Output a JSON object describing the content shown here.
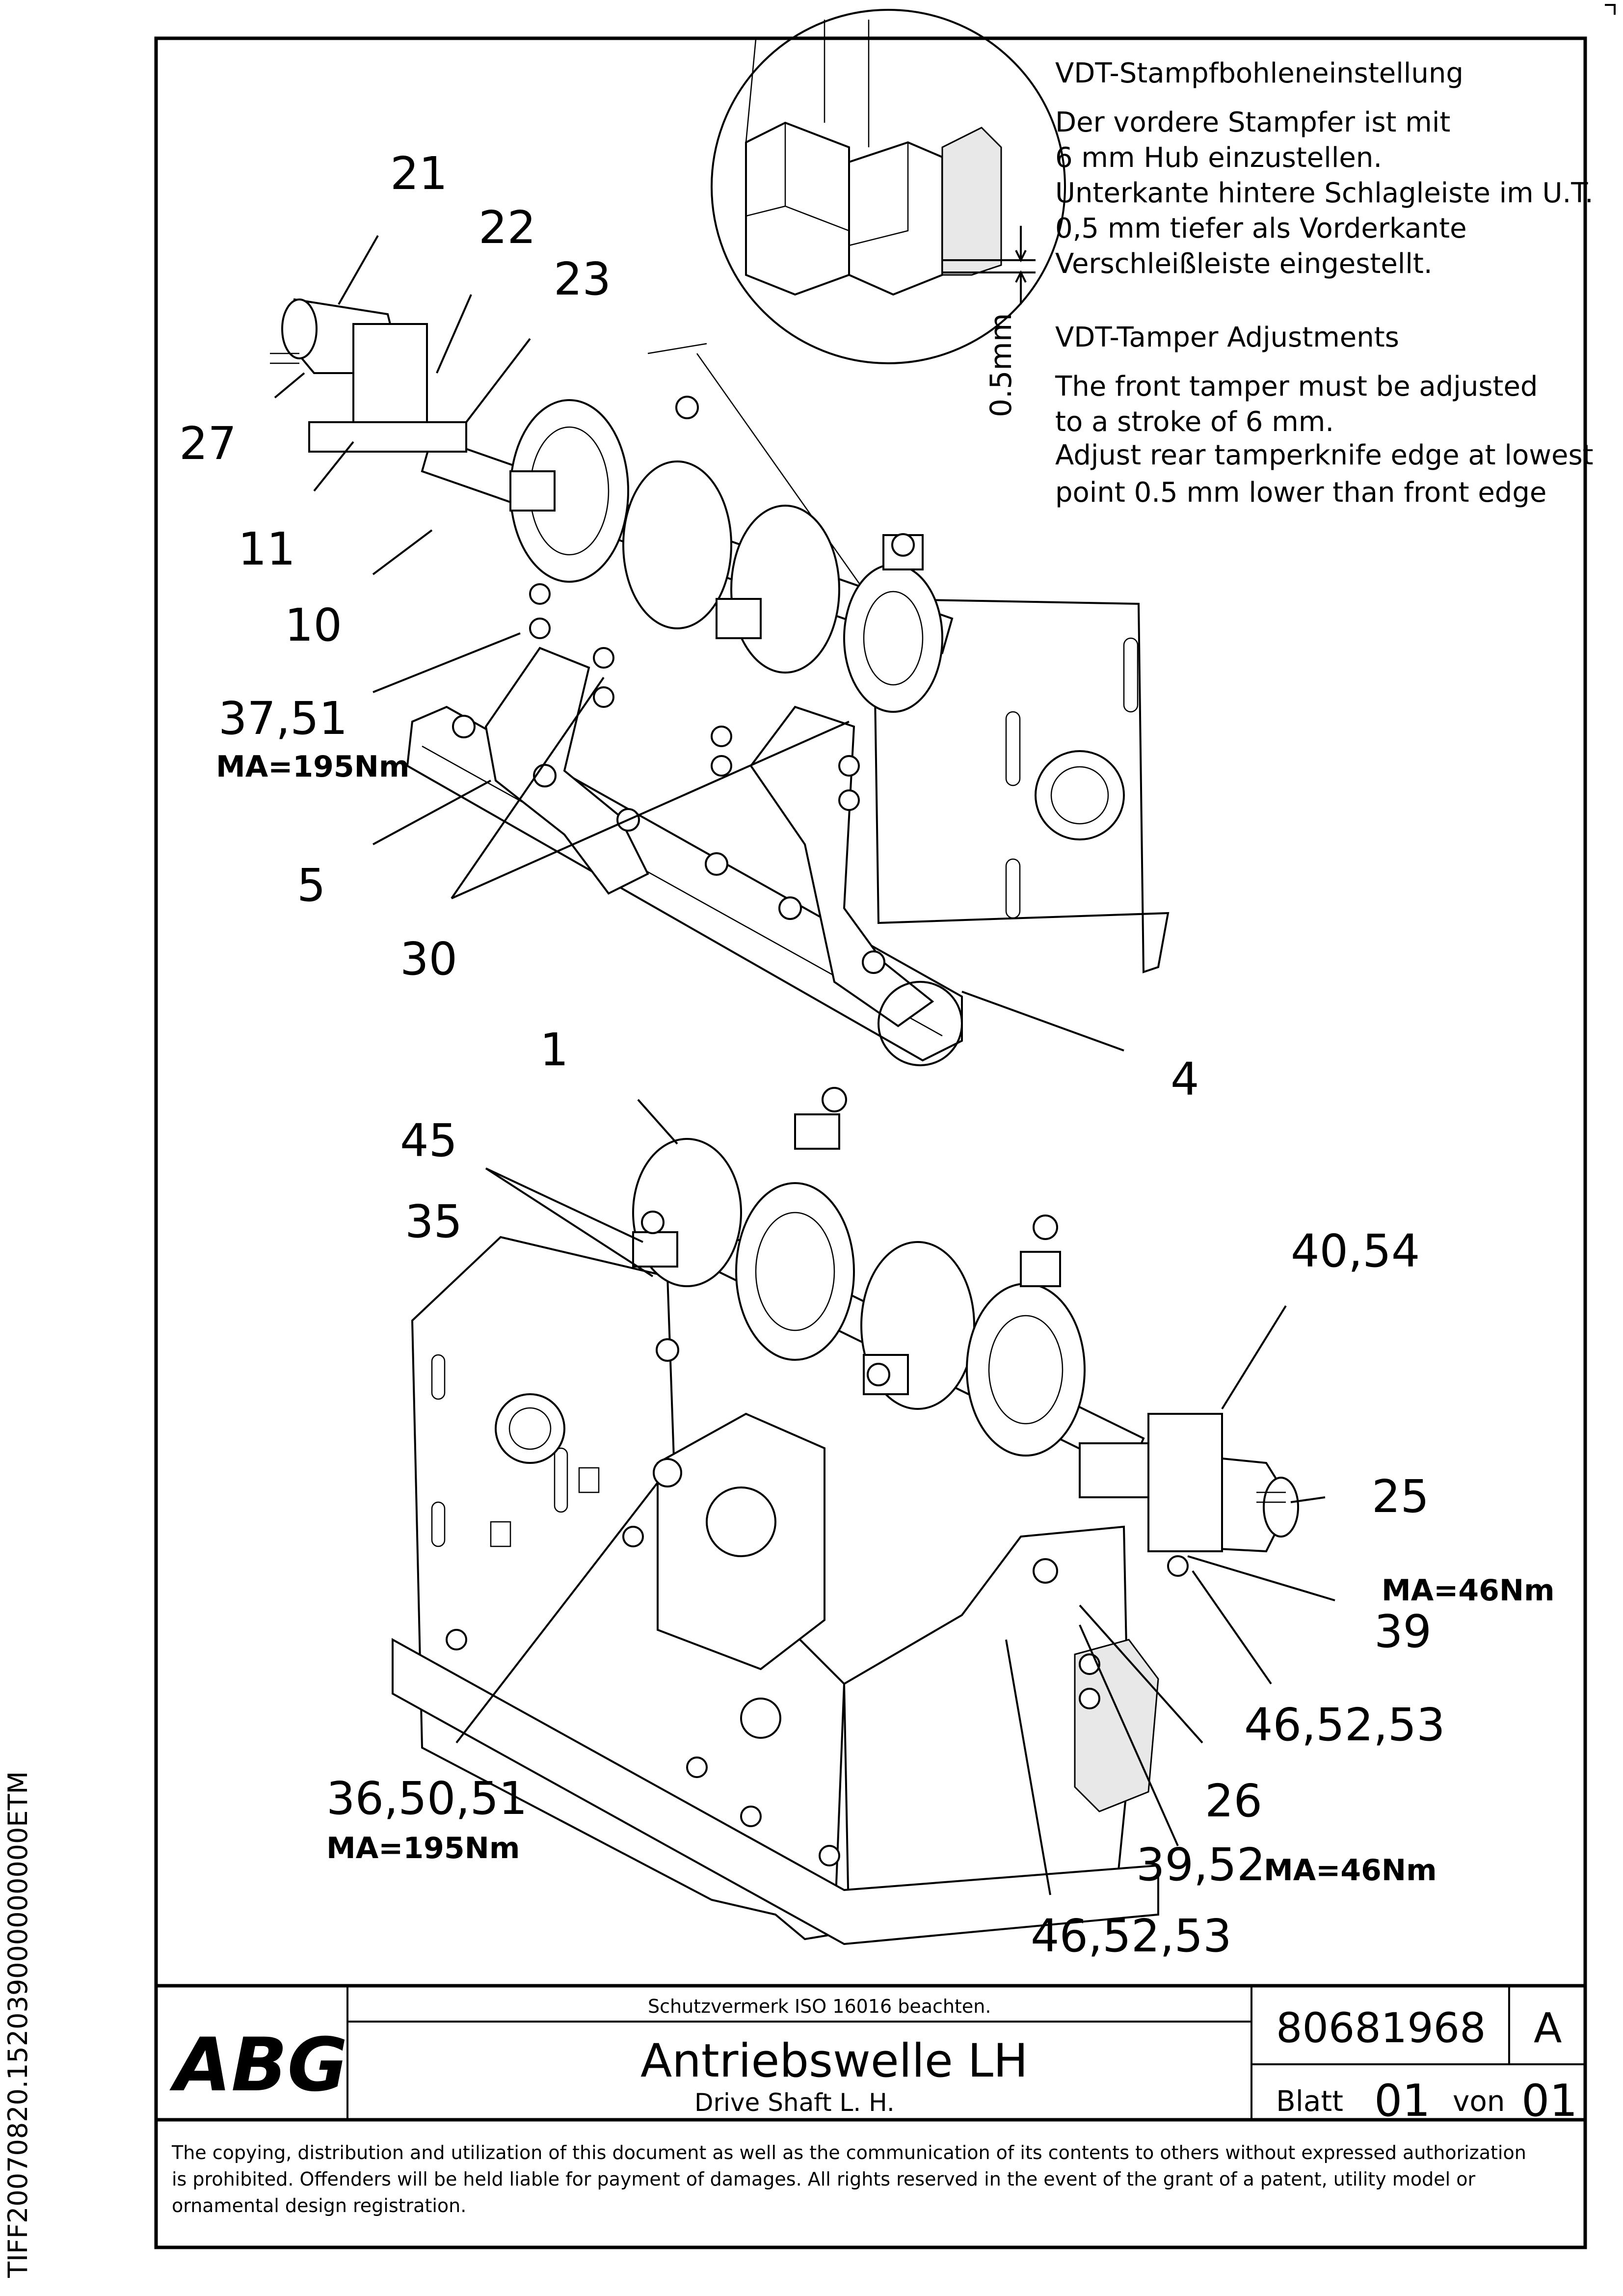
{
  "side_code": "TIFF20070820.152039000000000ETM",
  "callouts": {
    "c21": "21",
    "c22": "22",
    "c23": "23",
    "c27": "27",
    "c11": "11",
    "c10": "10",
    "c37_51": "37,51",
    "c37_51_torque": "MA=195Nm",
    "c5": "5",
    "c30": "30",
    "c1": "1",
    "c4": "4",
    "c45": "45",
    "c35": "35",
    "c40_54": "40,54",
    "c25": "25",
    "c25_torque": "MA=46Nm",
    "c39": "39",
    "c46_52_53_a": "46,52,53",
    "c26": "26",
    "c36_50_51": "36,50,51",
    "c36_torque": "MA=195Nm",
    "c39_52": "39,52",
    "c39_52_torque": "MA=46Nm",
    "c46_52_53_b": "46,52,53"
  },
  "detail": {
    "dimension": "0.5mm"
  },
  "notes": {
    "de_title": "VDT-Stampfbohleneinstellung",
    "de_line1": "Der vordere Stampfer ist mit",
    "de_line2": "6 mm Hub einzustellen.",
    "de_line3": "Unterkante hintere Schlagleiste im U.T.",
    "de_line4": "0,5 mm tiefer als Vorderkante",
    "de_line5": "Verschleißleiste eingestellt.",
    "en_title": "VDT-Tamper Adjustments",
    "en_line1": "The front tamper must be adjusted",
    "en_line2": "to a stroke of 6 mm.",
    "en_line3": "Adjust rear tamperknife edge at lowest",
    "en_line4": "point 0.5 mm lower than front edge"
  },
  "title_block": {
    "logo": "ABG",
    "protection_note": "Schutzvermerk ISO 16016 beachten.",
    "title_de": "Antriebswelle LH",
    "title_en": "Drive Shaft L. H.",
    "drawing_number": "80681968",
    "revision": "A",
    "sheet_label": "Blatt",
    "sheet_number": "01",
    "of_label": "von",
    "sheet_total": "01"
  },
  "copyright": {
    "line1": "The copying, distribution and utilization of this document as well as the communication of its contents to others without expressed authorization",
    "line2": "is prohibited. Offenders will be held liable for payment of damages. All rights reserved in the event of the grant of a patent, utility model or",
    "line3": "ornamental design registration."
  }
}
